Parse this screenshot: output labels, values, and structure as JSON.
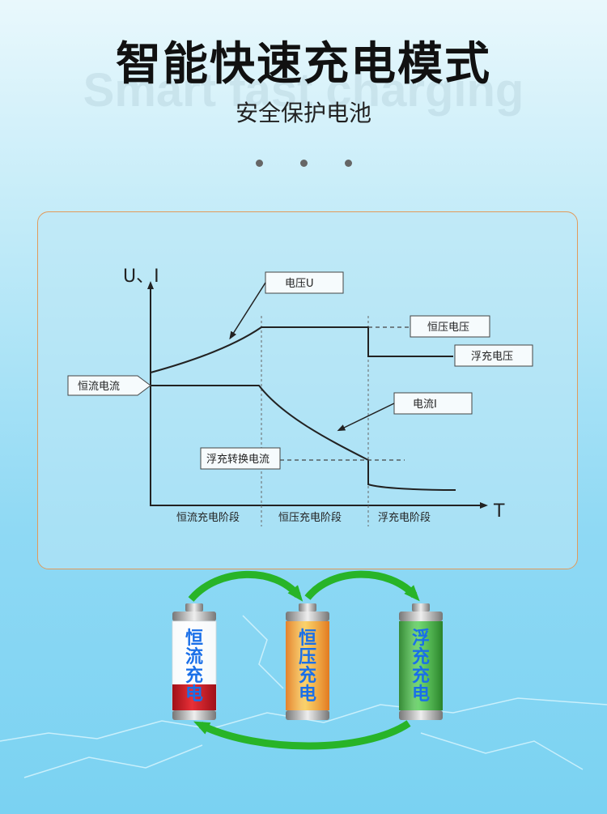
{
  "header": {
    "title": "智能快速充电模式",
    "ghost_text": "Smart fast charging",
    "subtitle": "安全保护电池"
  },
  "diagram": {
    "y_axis_label": "U、I",
    "x_axis_label": "T",
    "labels": {
      "voltage_u": "电压U",
      "constant_voltage": "恒压电压",
      "float_voltage": "浮充电压",
      "constant_current": "恒流电流",
      "current_i": "电流I",
      "float_switch_current": "浮充转换电流"
    },
    "phases": [
      "恒流充电阶段",
      "恒压充电阶段",
      "浮充电阶段"
    ]
  },
  "batteries": [
    {
      "text": [
        "恒",
        "流",
        "充",
        "电"
      ],
      "text_color": "#1a6fe8",
      "fill_color": "#d8282e",
      "level": 0.28
    },
    {
      "text": [
        "恒",
        "压",
        "充",
        "电"
      ],
      "text_color": "#1a6fe8",
      "fill_color": "#f0a020",
      "level": 1.0
    },
    {
      "text": [
        "浮",
        "充",
        "充",
        "电"
      ],
      "text_color": "#1a6fe8",
      "fill_color": "#2aa82a",
      "level": 1.0
    }
  ],
  "colors": {
    "arrow_green": "#28b428",
    "panel_border": "#e29a5a"
  }
}
